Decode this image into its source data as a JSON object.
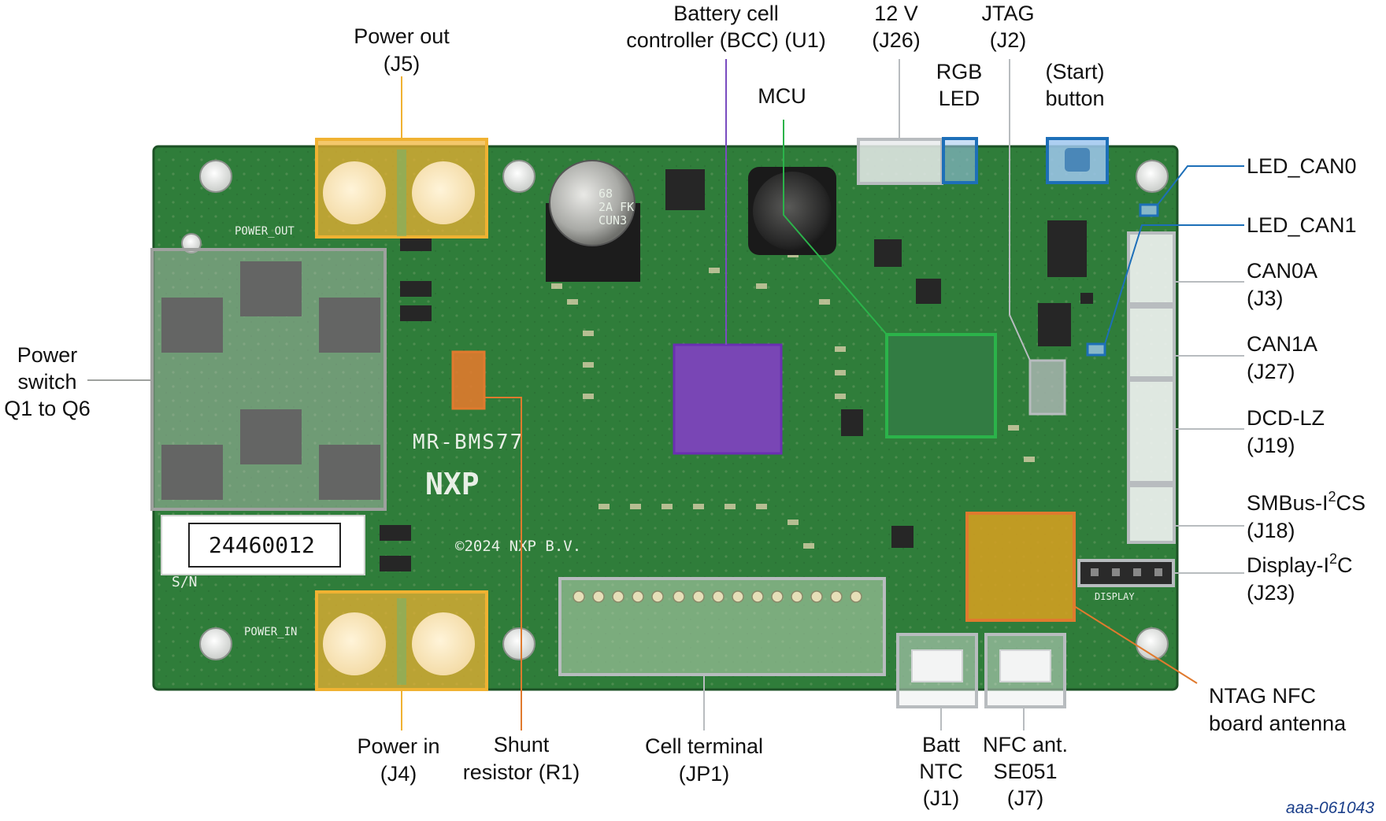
{
  "figure_id": "aaa-061043",
  "board": {
    "model": "MR-BMS77",
    "brand": "NXP",
    "copyright": "©2024 NXP B.V.",
    "serial_label": "S/N",
    "serial_number": "24460012",
    "silk_power_out": "POWER_OUT",
    "silk_power_in": "POWER_IN",
    "silk_display": "DISPLAY",
    "cap_marking": [
      "68",
      "2A FK",
      "CUN3"
    ]
  },
  "colors": {
    "board": "#2f7d3a",
    "power": "#f0b232",
    "bcc": "#8a4dd0",
    "mcu": "#2bb34a",
    "led": "#1d6fb8",
    "shunt": "#e07a2e",
    "nfc": "#e07a2e",
    "connector": "#b8bcbf"
  },
  "labels": {
    "power_out": [
      "Power out",
      "(J5)"
    ],
    "bcc": [
      "Battery cell",
      "controller (BCC) (U1)"
    ],
    "v12": [
      "12 V",
      "(J26)"
    ],
    "jtag": [
      "JTAG",
      "(J2)"
    ],
    "mcu": [
      "MCU"
    ],
    "rgb_led": [
      "RGB",
      "LED"
    ],
    "start_button": [
      "(Start)",
      "button"
    ],
    "led_can0": [
      "LED_CAN0"
    ],
    "led_can1": [
      "LED_CAN1"
    ],
    "can0a": [
      "CAN0A",
      "(J3)"
    ],
    "can1a": [
      "CAN1A",
      "(J27)"
    ],
    "dcd_lz": [
      "DCD-LZ",
      "(J19)"
    ],
    "smbus_prefix": "SMBus-I",
    "smbus_sup": "2",
    "smbus_suffix": "CS",
    "smbus_ref": "(J18)",
    "display_prefix": "Display-I",
    "display_sup": "2",
    "display_suffix": "C",
    "display_ref": "(J23)",
    "power_switch": [
      "Power",
      "switch",
      "Q1 to Q6"
    ],
    "power_in": [
      "Power in",
      "(J4)"
    ],
    "shunt": [
      "Shunt",
      "resistor (R1)"
    ],
    "cell_terminal": [
      "Cell terminal",
      "(JP1)"
    ],
    "batt_ntc": [
      "Batt",
      "NTC",
      "(J1)"
    ],
    "nfc_se": [
      "NFC ant.",
      "SE051",
      "(J7)"
    ],
    "ntag": [
      "NTAG NFC",
      "board antenna"
    ]
  }
}
